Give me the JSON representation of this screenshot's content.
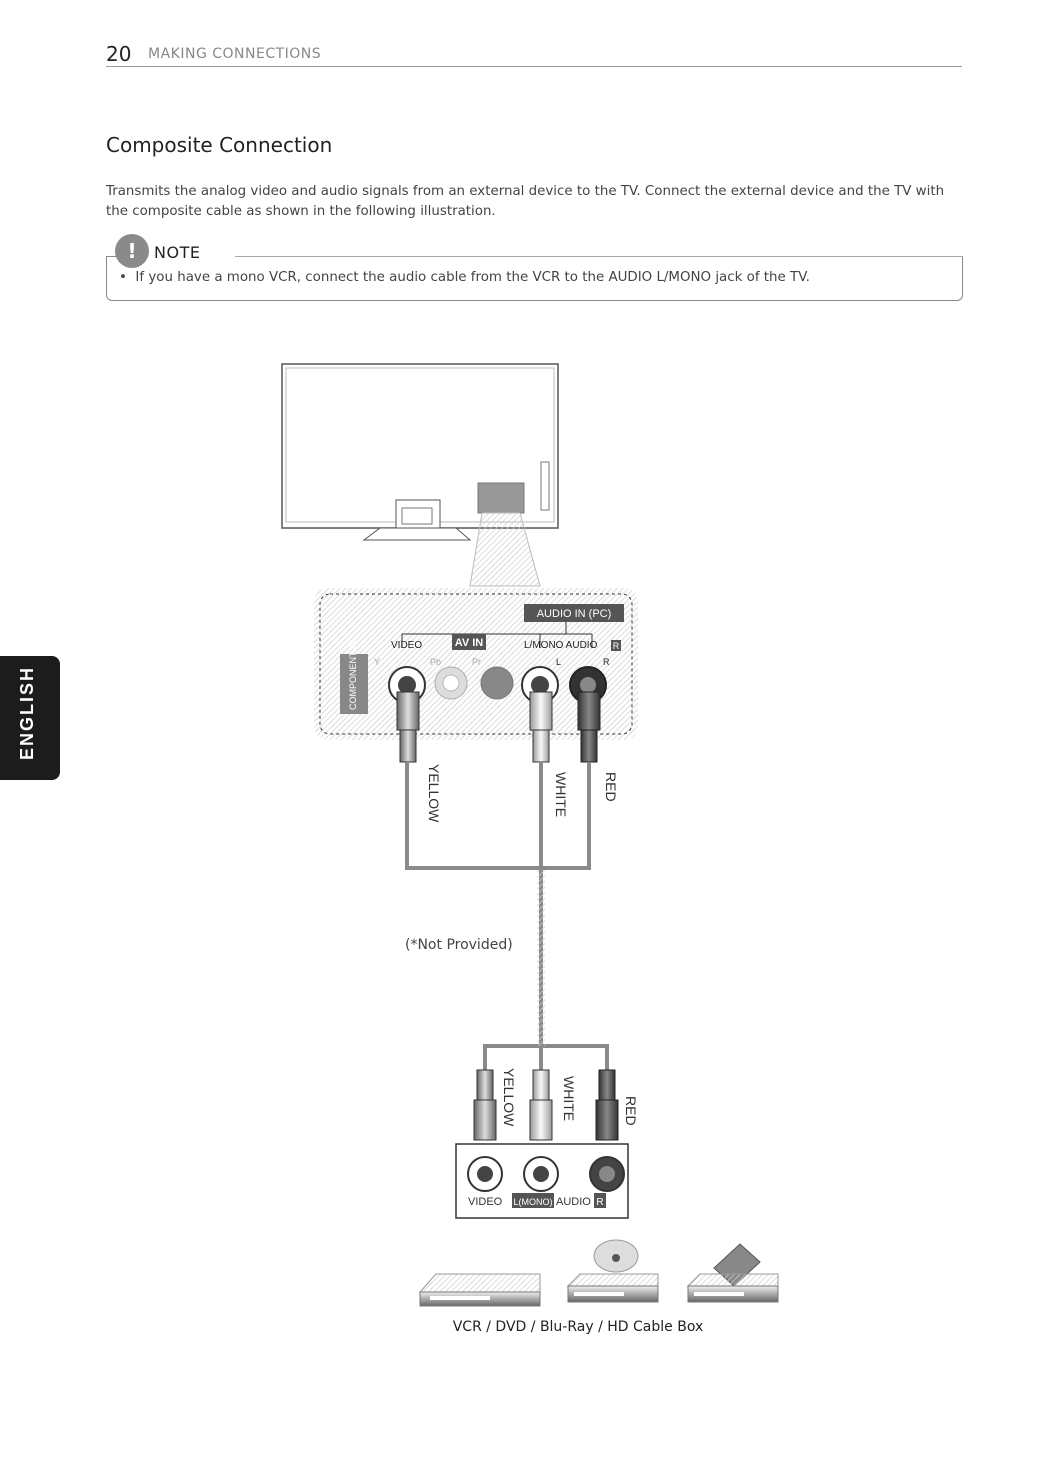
{
  "header": {
    "page_number": "20",
    "section": "MAKING CONNECTIONS"
  },
  "title": "Composite Connection",
  "body": "Transmits the analog video and audio signals from an external device to the TV. Connect the external device and the TV with the composite cable as shown in the following illustration.",
  "note": {
    "label": "NOTE",
    "icon": "exclamation-icon",
    "items": [
      "If you have a mono VCR, connect the audio cable from the VCR to the AUDIO L/MONO jack of the TV."
    ]
  },
  "side_tab": "ENGLISH",
  "diagram": {
    "tv_panel": {
      "audio_in_pc": "AUDIO IN (PC)",
      "av_in": "AV IN",
      "video": "VIDEO",
      "lmono_audio": "L/MONO  AUDIO",
      "r_badge": "R",
      "component_in": "COMPONENT IN",
      "y": "Y",
      "pb": "Pb",
      "pr": "Pr",
      "l": "L",
      "r": "R"
    },
    "cables": {
      "yellow": "YELLOW",
      "white": "WHITE",
      "red": "RED"
    },
    "not_provided": "(*Not Provided)",
    "device_panel": {
      "video": "VIDEO",
      "lmono": "L(MONO)",
      "audio": "AUDIO",
      "r": "R"
    }
  },
  "caption": "VCR / DVD / Blu-Ray / HD Cable Box"
}
